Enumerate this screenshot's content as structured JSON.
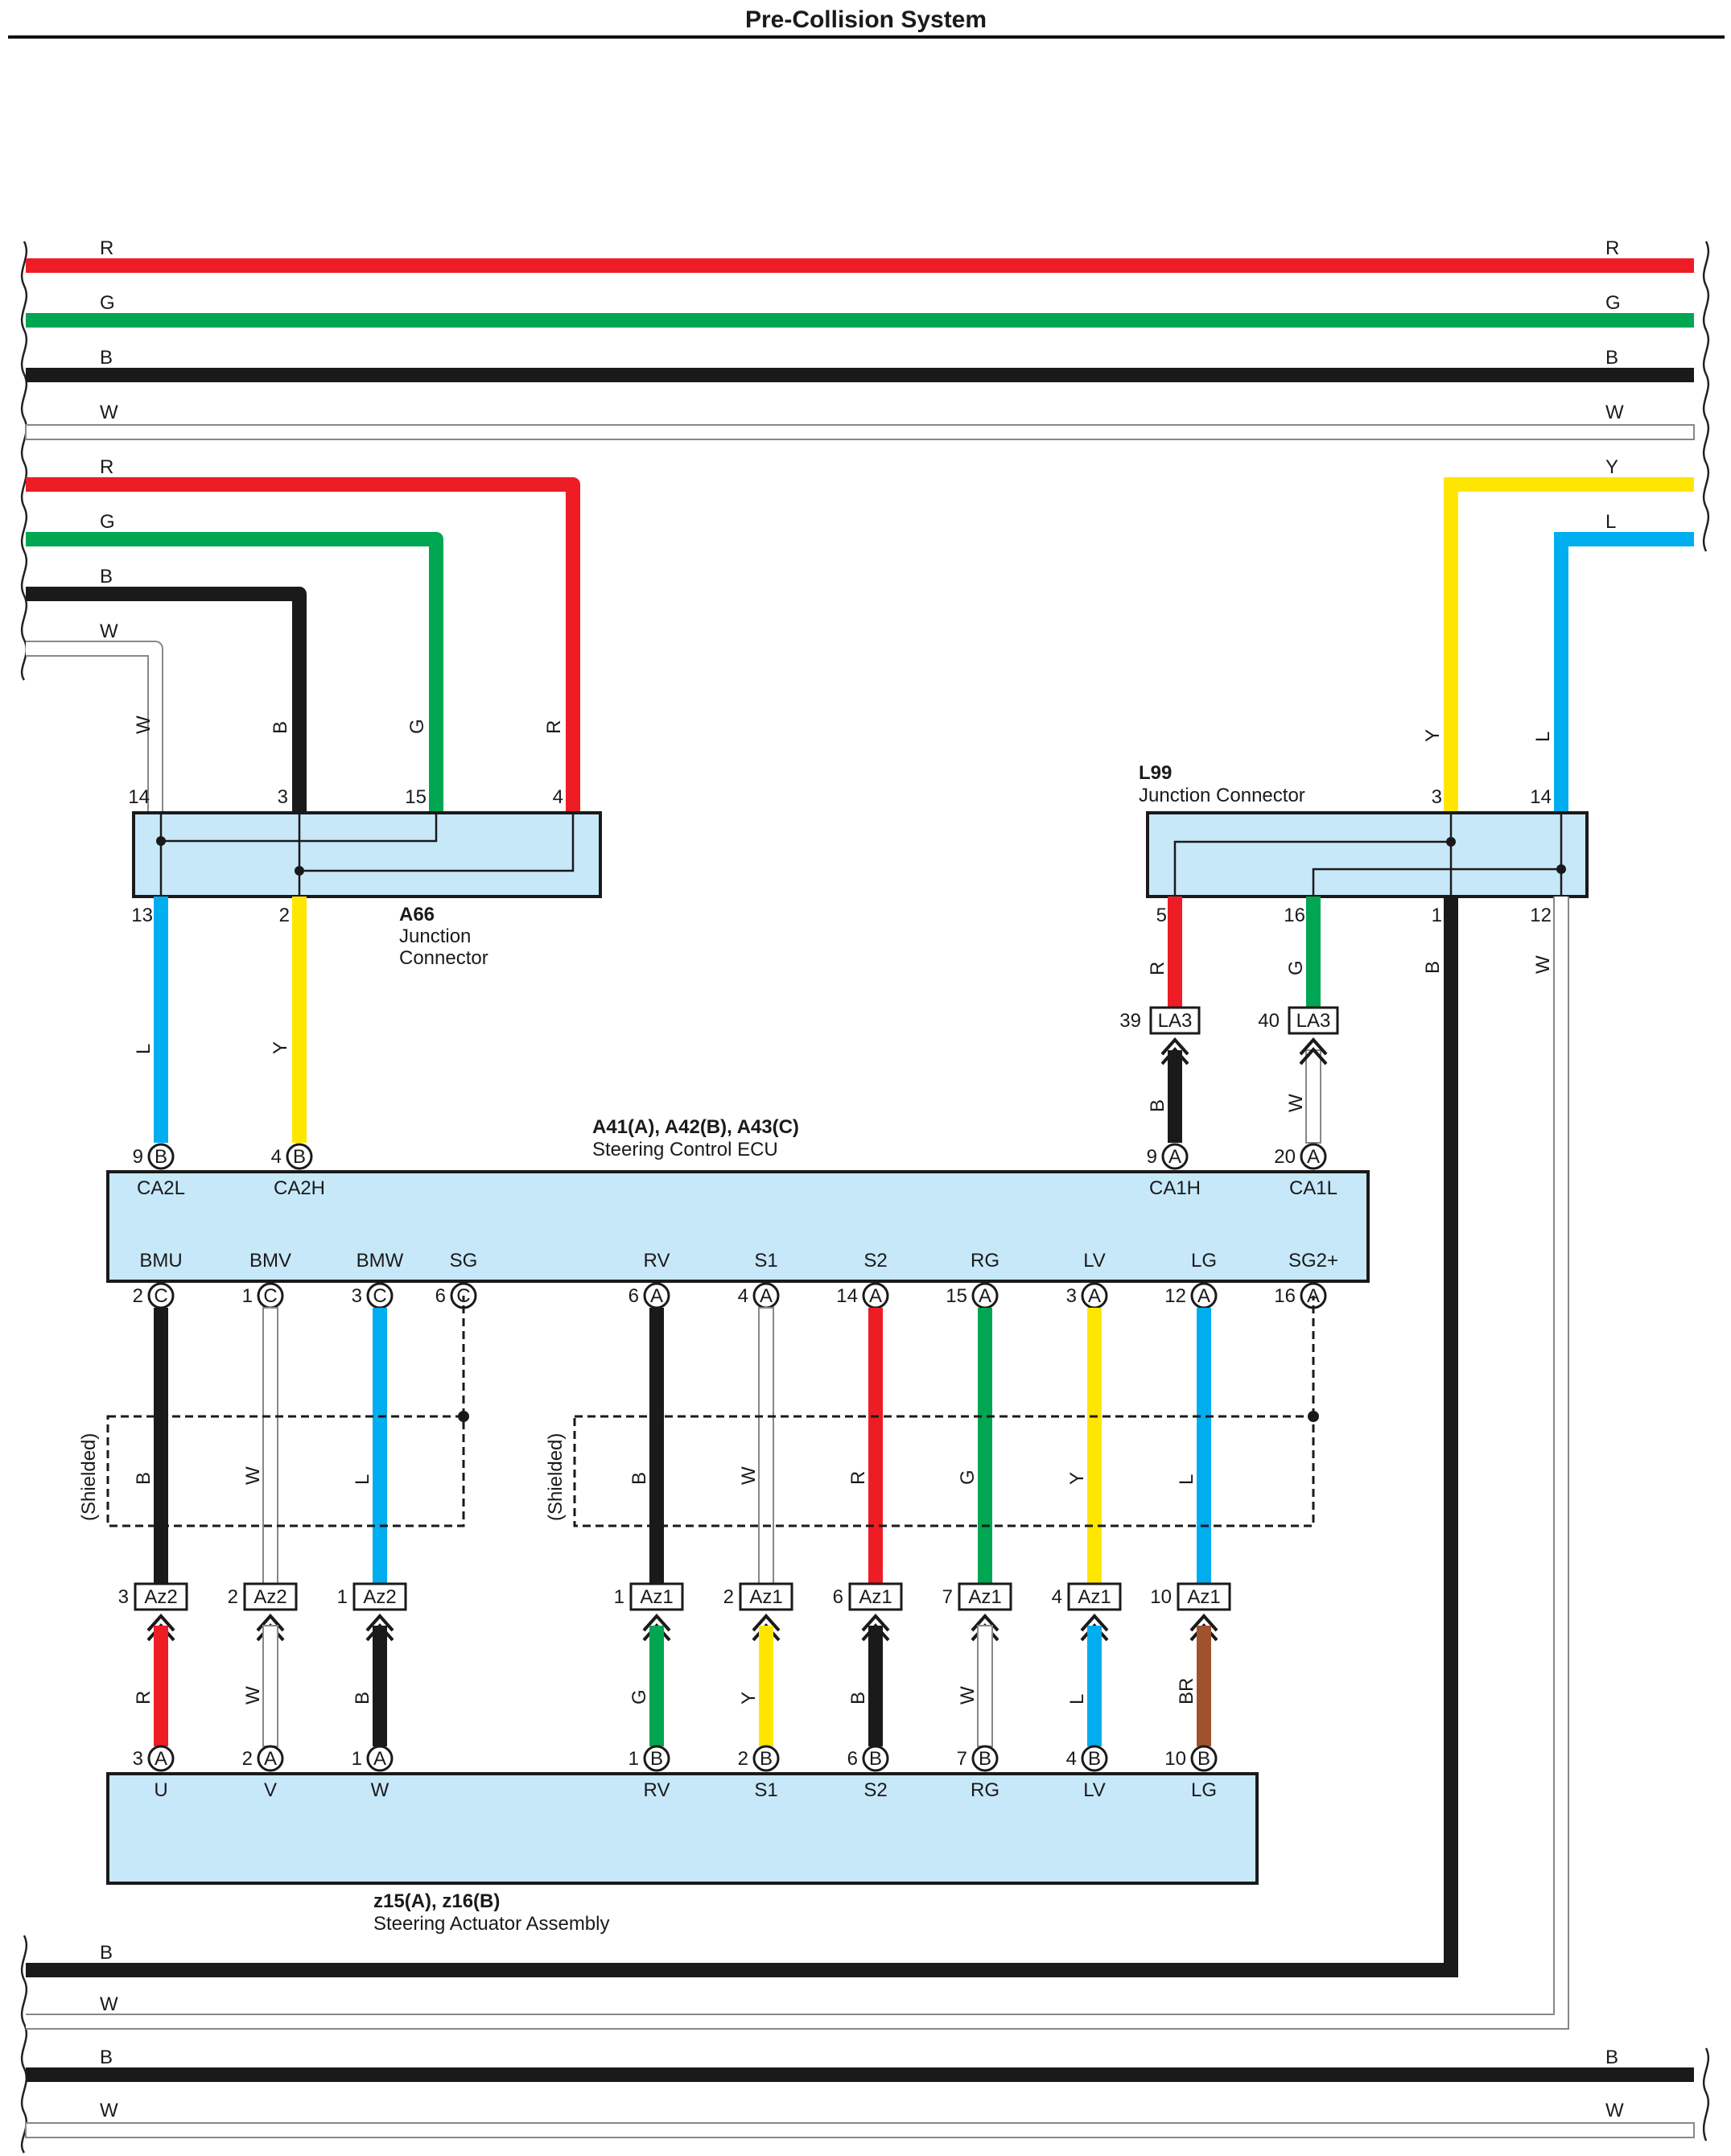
{
  "title": "Pre-Collision System",
  "colors": {
    "R": "#ee1c25",
    "G": "#00a651",
    "B": "#1a1a1a",
    "W": "#ffffff",
    "Y": "#ffe600",
    "L": "#00aeef",
    "BR": "#a0522d",
    "component_fill": "#c7e8f8"
  },
  "wire_codes": {
    "R": "R",
    "G": "G",
    "B": "B",
    "W": "W",
    "Y": "Y",
    "L": "L",
    "BR": "BR"
  },
  "components": {
    "a66": {
      "id": "A66",
      "line1": "Junction",
      "line2": "Connector",
      "pins_top": [
        "14",
        "3",
        "15",
        "4"
      ],
      "pins_bottom": [
        "13",
        "2"
      ]
    },
    "l99": {
      "id": "L99",
      "name": "Junction Connector",
      "pins_top": [
        "3",
        "14"
      ],
      "pins_bottom": [
        "5",
        "16",
        "1",
        "12"
      ]
    },
    "ecu": {
      "id": "A41(A), A42(B), A43(C)",
      "name": "Steering Control ECU",
      "top_pins": [
        {
          "num": "9",
          "conn": "B",
          "term": "CA2L"
        },
        {
          "num": "4",
          "conn": "B",
          "term": "CA2H"
        },
        {
          "num": "9",
          "conn": "A",
          "term": "CA1H"
        },
        {
          "num": "20",
          "conn": "A",
          "term": "CA1L"
        }
      ],
      "bottom_pins": [
        {
          "num": "2",
          "conn": "C",
          "term": "BMU"
        },
        {
          "num": "1",
          "conn": "C",
          "term": "BMV"
        },
        {
          "num": "3",
          "conn": "C",
          "term": "BMW"
        },
        {
          "num": "6",
          "conn": "C",
          "term": "SG"
        },
        {
          "num": "6",
          "conn": "A",
          "term": "RV"
        },
        {
          "num": "4",
          "conn": "A",
          "term": "S1"
        },
        {
          "num": "14",
          "conn": "A",
          "term": "S2"
        },
        {
          "num": "15",
          "conn": "A",
          "term": "RG"
        },
        {
          "num": "3",
          "conn": "A",
          "term": "LV"
        },
        {
          "num": "12",
          "conn": "A",
          "term": "LG"
        },
        {
          "num": "16",
          "conn": "A",
          "term": "SG2+"
        }
      ]
    },
    "actuator": {
      "id": "z15(A), z16(B)",
      "name": "Steering Actuator Assembly",
      "pins": [
        {
          "num": "3",
          "conn": "A",
          "term": "U"
        },
        {
          "num": "2",
          "conn": "A",
          "term": "V"
        },
        {
          "num": "1",
          "conn": "A",
          "term": "W"
        },
        {
          "num": "1",
          "conn": "B",
          "term": "RV"
        },
        {
          "num": "2",
          "conn": "B",
          "term": "S1"
        },
        {
          "num": "6",
          "conn": "B",
          "term": "S2"
        },
        {
          "num": "7",
          "conn": "B",
          "term": "RG"
        },
        {
          "num": "4",
          "conn": "B",
          "term": "LV"
        },
        {
          "num": "10",
          "conn": "B",
          "term": "LG"
        }
      ]
    }
  },
  "inline_connectors": {
    "la3": [
      {
        "num": "39",
        "name": "LA3"
      },
      {
        "num": "40",
        "name": "LA3"
      }
    ],
    "az2": [
      {
        "num": "3",
        "name": "Az2"
      },
      {
        "num": "2",
        "name": "Az2"
      },
      {
        "num": "1",
        "name": "Az2"
      }
    ],
    "az1": [
      {
        "num": "1",
        "name": "Az1"
      },
      {
        "num": "2",
        "name": "Az1"
      },
      {
        "num": "6",
        "name": "Az1"
      },
      {
        "num": "7",
        "name": "Az1"
      },
      {
        "num": "4",
        "name": "Az1"
      },
      {
        "num": "10",
        "name": "Az1"
      }
    ]
  },
  "shield_label": "(Shielded)"
}
